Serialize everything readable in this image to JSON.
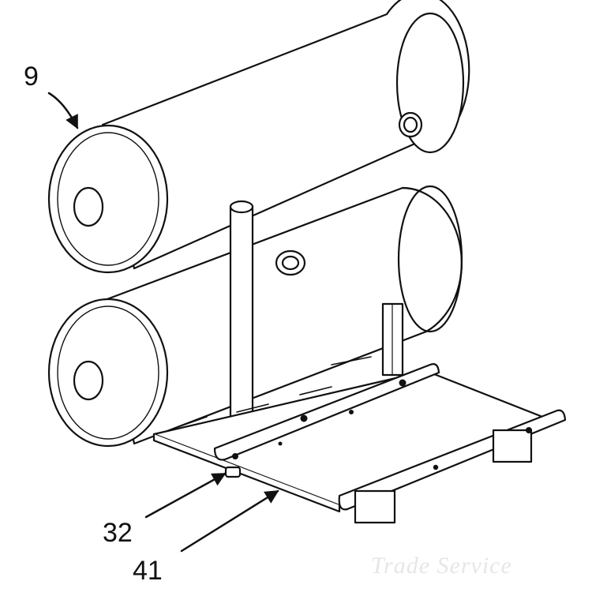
{
  "callouts": {
    "tank_label": "9",
    "fitting_label": "32",
    "base_plate_label": "41"
  },
  "watermark": "Trade Service",
  "colors": {
    "line": "#111111",
    "fill": "#ffffff",
    "watermark": "#e6e6e6"
  }
}
